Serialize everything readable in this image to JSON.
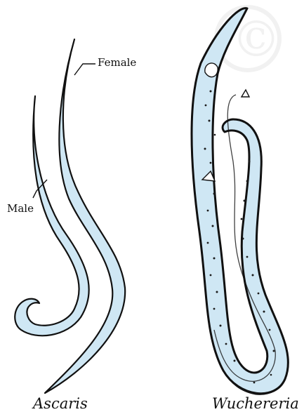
{
  "figure": {
    "labels": {
      "female": "Female",
      "male": "Male"
    },
    "captions": {
      "left": "Ascaris",
      "right": "Wuchereria"
    },
    "watermark_symbol": "©",
    "colors": {
      "worm_fill": "#cfe7f4",
      "outline": "#111111",
      "dark_band": "#1a1a1a",
      "watermark": "#e8e8e8"
    }
  }
}
